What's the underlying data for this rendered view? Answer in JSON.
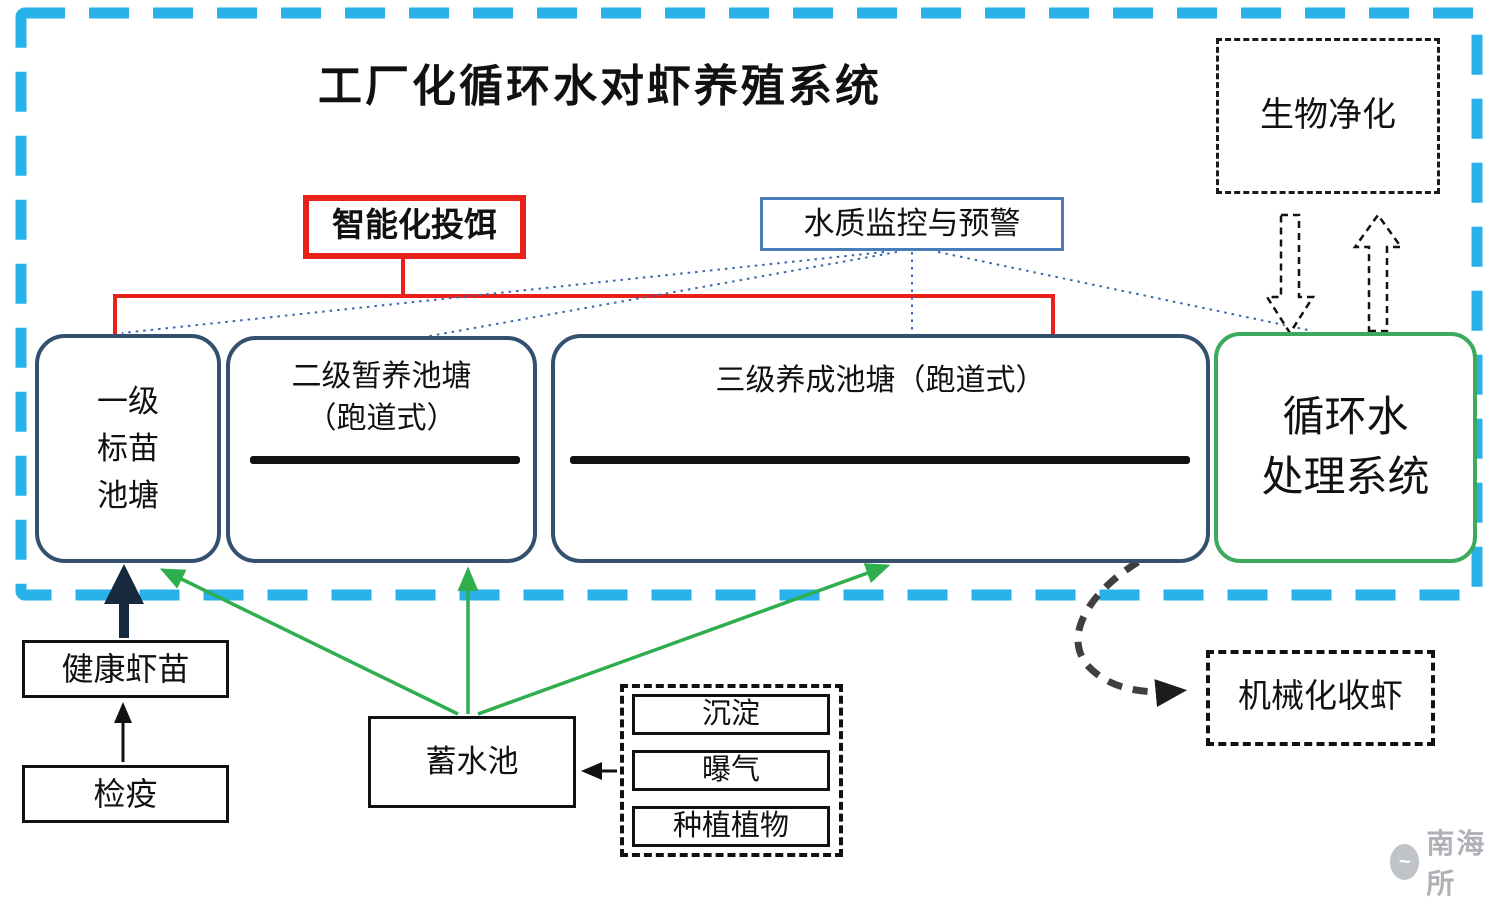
{
  "title": "工厂化循环水对虾养殖系统",
  "boxes": {
    "bio": "生物净化",
    "feeding": "智能化投饵",
    "monitor": "水质监控与预警",
    "pond1": [
      "一级",
      "标苗",
      "池塘"
    ],
    "pond2": [
      "二级暂养池塘",
      "（跑道式）"
    ],
    "pond3": "三级养成池塘（跑道式）",
    "recirc": [
      "循环水",
      "处理系统"
    ],
    "fry": "健康虾苗",
    "quarantine": "检疫",
    "reservoir": "蓄水池",
    "sediment": "沉淀",
    "aeration": "曝气",
    "plants": "种植植物",
    "harvest": "机械化收虾"
  },
  "watermark": "南海所",
  "colors": {
    "frame_blue": "#29b2ea",
    "accent_red": "#e8211a",
    "monitor_blue": "#4a7ebb",
    "pond_navy": "#35506f",
    "recirc_green": "#3baa5c",
    "arrow_green": "#2fae4e",
    "arrow_navy": "#16293f"
  }
}
